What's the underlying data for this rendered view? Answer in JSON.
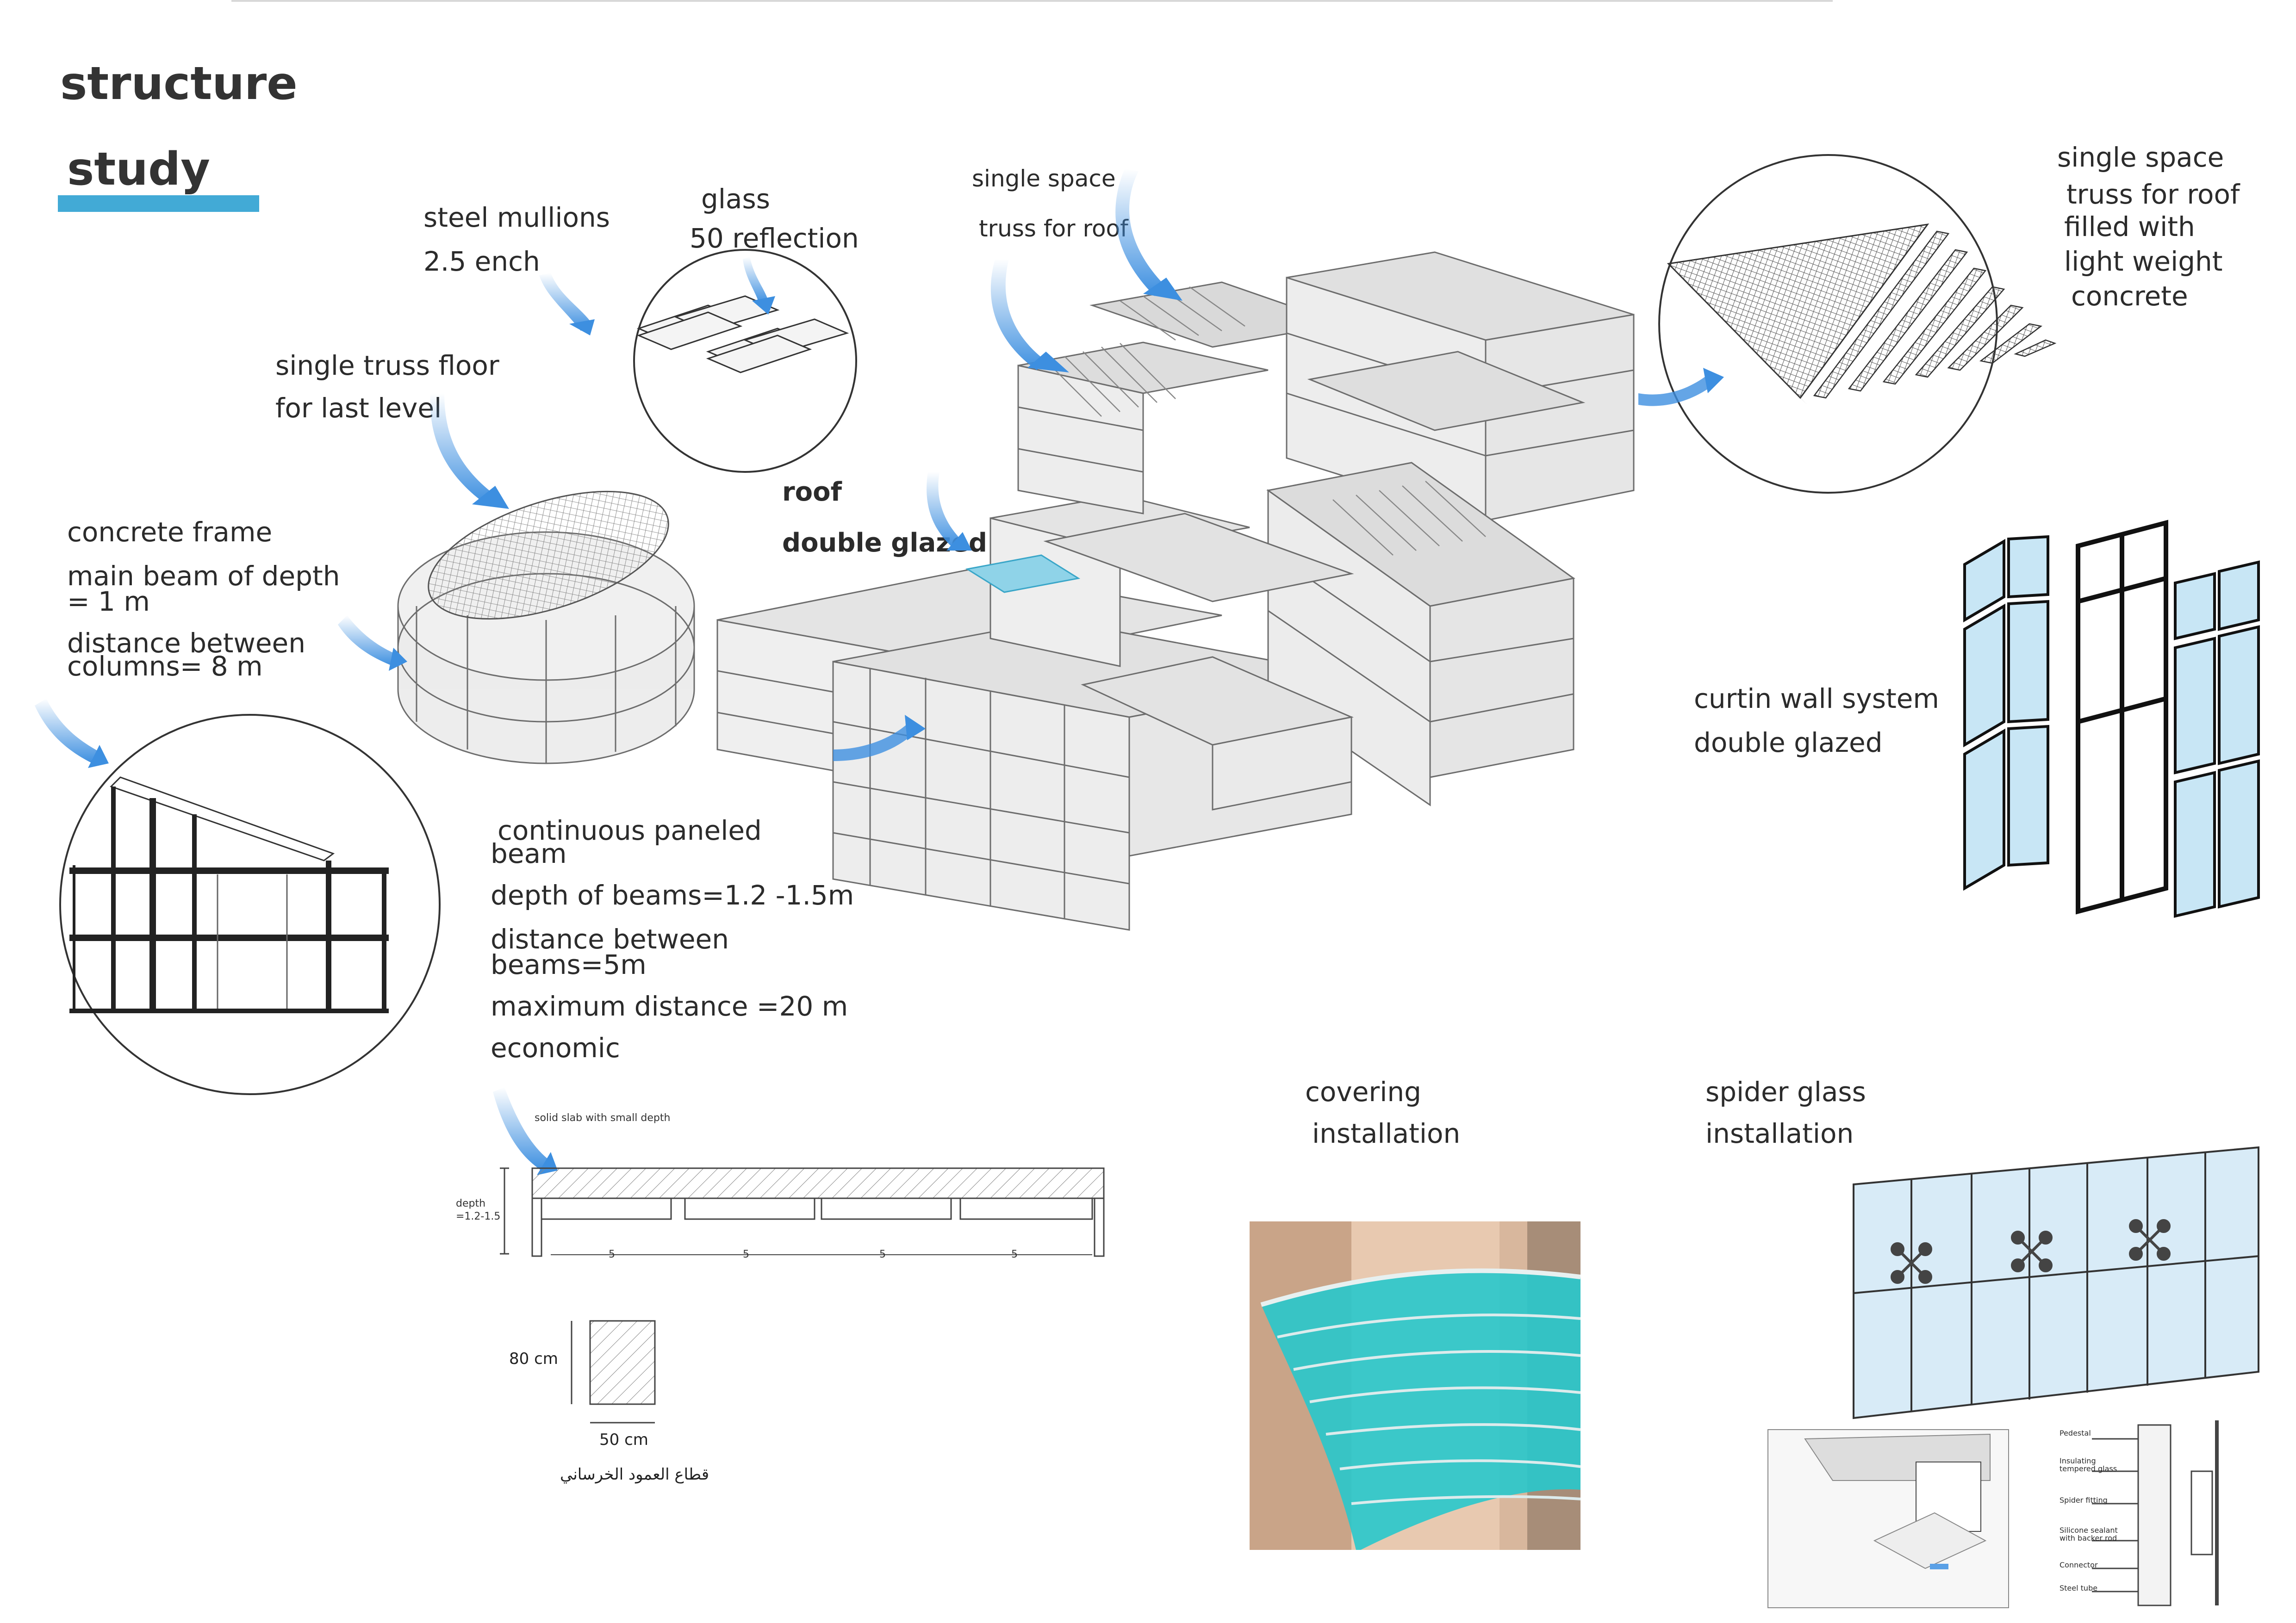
{
  "title": {
    "line1": "structure",
    "line2": "study",
    "accent_color": "#42aad6"
  },
  "labels": {
    "steel_mullions": [
      "steel mullions",
      "2.5 ench"
    ],
    "glass": [
      "glass",
      "50 reflection"
    ],
    "single_space_mid": [
      "single space",
      "truss for roof"
    ],
    "single_truss_floor": [
      "single truss floor",
      "for last level"
    ],
    "roof_glazed": [
      "roof",
      "double glazed"
    ],
    "concrete_frame": [
      "concrete frame",
      "main beam of depth",
      "= 1 m",
      "distance between",
      "columns= 8 m"
    ],
    "single_space_right": [
      "single space",
      "truss for roof",
      "filled with",
      "light weight",
      "concrete"
    ],
    "curtain_wall": [
      "curtin wall system",
      "double glazed"
    ],
    "paneled_beam": [
      "continuous paneled",
      "beam",
      "depth of beams=1.2 -1.5m",
      "distance between",
      "beams=5m",
      "maximum distance =20 m",
      "economic"
    ],
    "covering": [
      "covering",
      "installation"
    ],
    "spider_glass": [
      "spider glass",
      "installation"
    ]
  },
  "section": {
    "slab_note": "solid slab with small depth",
    "depth_label": [
      "depth",
      "=1.2-1.5"
    ],
    "spans": [
      "5",
      "5",
      "5",
      "5"
    ],
    "column_height": "80 cm",
    "column_width": "50 cm",
    "column_caption": "قطاع العمود الخرساني"
  },
  "detail_labels": [
    "Pedestal",
    "Insulating tempered glass",
    "Spider fitting",
    "Silicone sealant with backer rod",
    "Connector",
    "Steel tube"
  ],
  "colors": {
    "arrow_blue": "#3d8fe0",
    "glass_blue": "#bfe3f5",
    "teal": "#25c6c9",
    "line_gray": "#7a7a7a"
  }
}
